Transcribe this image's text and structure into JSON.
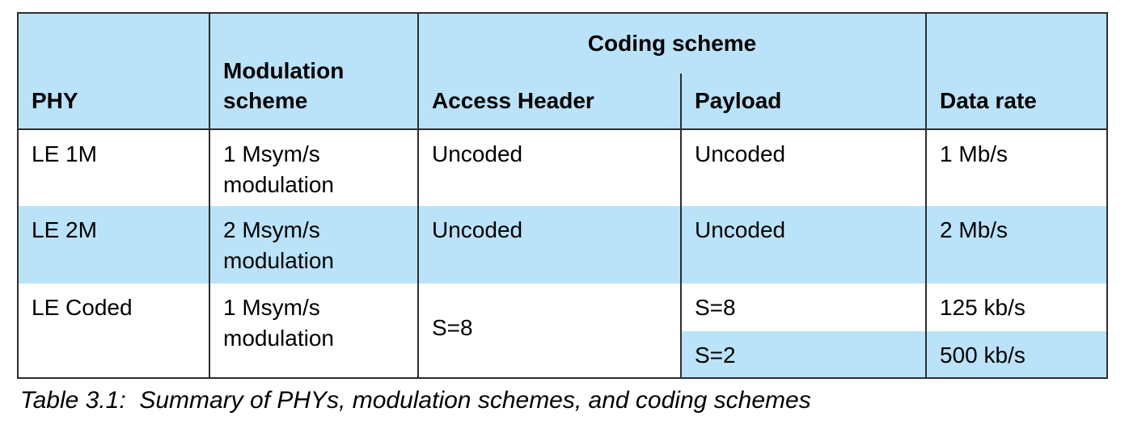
{
  "table": {
    "caption": "Table 3.1:  Summary of PHYs, modulation schemes, and coding schemes",
    "header": {
      "phy": "PHY",
      "modulation_scheme": "Modulation scheme",
      "coding_scheme": "Coding scheme",
      "access_header": "Access Header",
      "payload": "Payload",
      "data_rate": "Data rate"
    },
    "rows": [
      {
        "phy": "LE 1M",
        "modulation": "1 Msym/s modulation",
        "access_header": "Uncoded",
        "payload": "Uncoded",
        "data_rate": "1 Mb/s"
      },
      {
        "phy": "LE 2M",
        "modulation": "2 Msym/s modulation",
        "access_header": "Uncoded",
        "payload": "Uncoded",
        "data_rate": "2 Mb/s"
      },
      {
        "phy": "LE Coded",
        "modulation": "1 Msym/s modulation",
        "access_header": "S=8",
        "sub_rows": [
          {
            "payload": "S=8",
            "data_rate": "125 kb/s"
          },
          {
            "payload": "S=2",
            "data_rate": "500 kb/s"
          }
        ]
      }
    ]
  },
  "colors": {
    "highlight_blue": "#bae2f8",
    "border": "#2d2d2d",
    "text": "#000000",
    "background": "#ffffff"
  }
}
